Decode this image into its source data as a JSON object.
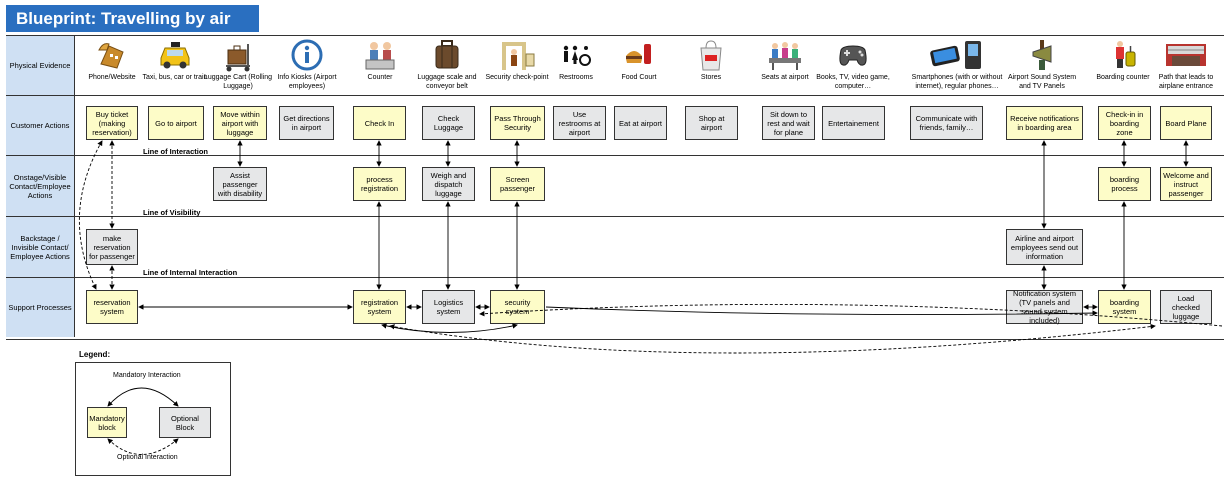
{
  "title": "Blueprint: Travelling by air",
  "lanes": {
    "physical": "Physical Evidence",
    "customer": "Customer Actions",
    "onstage": "Onstage/Visible Contact/Employee Actions",
    "backstage": "Backstage / Invisible Contact/ Employee Actions",
    "support": "Support Processes"
  },
  "lines": {
    "interaction": "Line of Interaction",
    "visibility": "Line of Visibility",
    "internal": "Line of Internal Interaction"
  },
  "evidence": [
    {
      "label": "Phone/Website",
      "icon": "phone-icon"
    },
    {
      "label": "Taxi, bus, car or train",
      "icon": "taxi-icon"
    },
    {
      "label": "Luggage Cart (Rolling Luggage)",
      "icon": "luggage-cart-icon"
    },
    {
      "label": "Info Kiosks (Airport employees)",
      "icon": "info-icon"
    },
    {
      "label": "Counter",
      "icon": "counter-staff-icon"
    },
    {
      "label": "Luggage scale and conveyor belt",
      "icon": "suitcase-icon"
    },
    {
      "label": "Security check-point",
      "icon": "security-gate-icon"
    },
    {
      "label": "Restrooms",
      "icon": "restroom-icon"
    },
    {
      "label": "Food Court",
      "icon": "food-icon"
    },
    {
      "label": "Stores",
      "icon": "shopping-bag-icon"
    },
    {
      "label": "Seats at airport",
      "icon": "seats-icon"
    },
    {
      "label": "Books, TV, video game, computer…",
      "icon": "gamepad-icon"
    },
    {
      "label": "Smartphones (with or without internet), regular phones…",
      "icon": "smartphone-icon"
    },
    {
      "label": "Airport Sound System and TV Panels",
      "icon": "loudspeaker-icon"
    },
    {
      "label": "Boarding counter",
      "icon": "boarding-traveller-icon"
    },
    {
      "label": "Path that leads to airplane entrance",
      "icon": "jet-bridge-icon"
    }
  ],
  "customer": [
    "Buy ticket (making reservation)",
    "Go to airport",
    "Move within airport with luggage",
    "Get directions in airport",
    "Check In",
    "Check Luggage",
    "Pass Through Security",
    "Use restrooms at airport",
    "Eat at airport",
    "Shop at airport",
    "Sit down to rest and wait for plane",
    "Entertainement",
    "Communicate with friends, family…",
    "Receive notifications in boarding area",
    "Check-in in boarding zone",
    "Board Plane"
  ],
  "onstage": [
    "Assist passenger with disability",
    "process registration",
    "Weigh and dispatch luggage",
    "Screen passenger",
    "boarding process",
    "Welcome and instruct passenger"
  ],
  "backstage": [
    "make reservation for passenger",
    "Airline and airport employees send out information"
  ],
  "support": [
    "reservation system",
    "registration system",
    "Logistics system",
    "security system",
    "Notification system (TV panels and sound system included)",
    "boarding system",
    "Load checked luggage"
  ],
  "legend": {
    "title": "Legend:",
    "mandatory_interaction": "Mandatory Interaction",
    "optional_interaction": "Optional Interaction",
    "mandatory_block": "Mandatory block",
    "optional_block": "Optional Block"
  },
  "colors": {
    "title_bar": "#2a6fc0",
    "lane_header": "#cfe0f3",
    "mandatory": "#fdfcc8",
    "optional": "#e6e7e8"
  }
}
